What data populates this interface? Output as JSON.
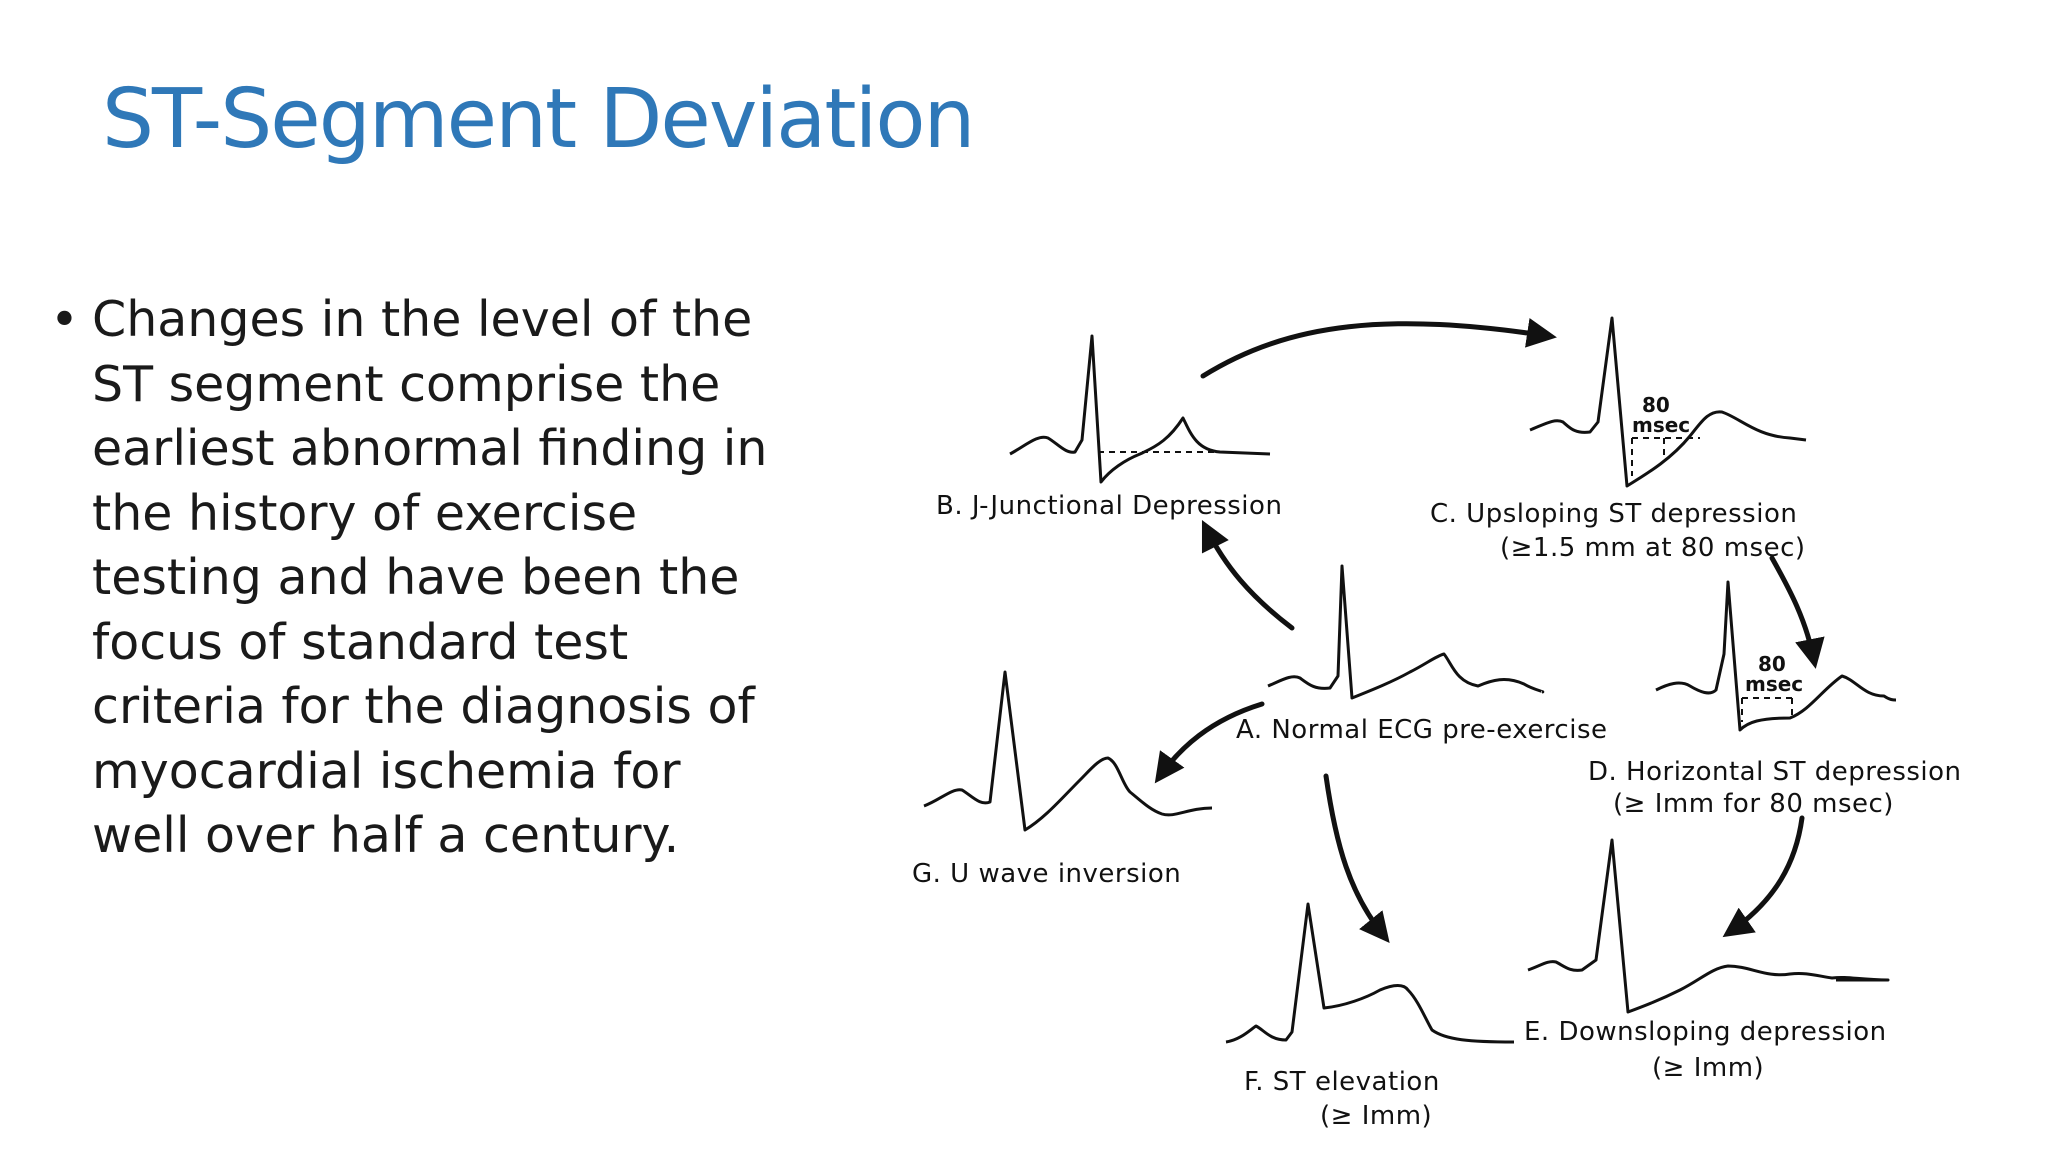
{
  "slide": {
    "title": "ST-Segment Deviation",
    "bullet_marker": "•",
    "bullet_lines": [
      "Changes in the level of the",
      "ST segment comprise the",
      "earliest abnormal finding in",
      "the history of exercise",
      "testing and have been the",
      "focus of standard test",
      "criteria for the diagnosis of",
      "myocardial ischemia for",
      "well over half a century."
    ]
  },
  "diagram": {
    "labels": {
      "a": "A. Normal ECG pre-exercise",
      "b": "B.  J-Junctional  Depression",
      "c_line1": "C. Upsloping ST depression",
      "c_line2": "(≥1.5 mm  at 80 msec)",
      "d_line1": "D. Horizontal ST depression",
      "d_line2": "(≥ Imm for 80 msec)",
      "e_line1": "E. Downsloping  depression",
      "e_line2": "(≥ Imm)",
      "f_line1": "F.  ST elevation",
      "f_line2": "(≥ Imm)",
      "g": "G.  U wave  inversion",
      "c_msec_value": "80",
      "c_msec_unit": "msec",
      "d_msec_value": "80",
      "d_msec_unit": "msec"
    }
  },
  "colors": {
    "title": "#2f78b8",
    "text": "#1a1a1a",
    "line": "#111111"
  }
}
